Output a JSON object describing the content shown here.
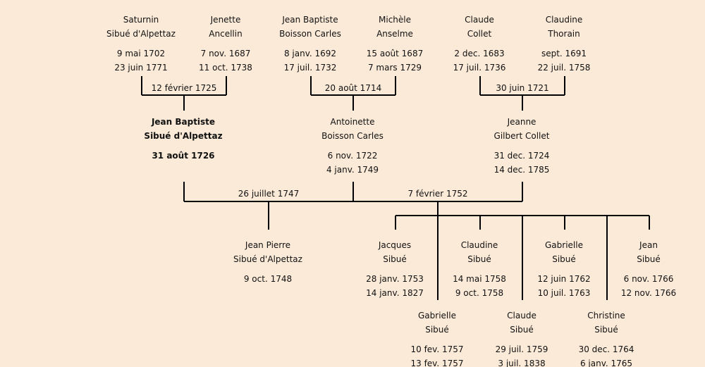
{
  "persons": [
    {
      "id": "saturnin",
      "first": "Saturnin",
      "last": "Sibué d'Alpettaz",
      "birth": "9 mai 1702",
      "death": "23 juin 1771"
    },
    {
      "id": "jenette",
      "first": "Jenette",
      "last": "Ancellin",
      "birth": "7 nov. 1687",
      "death": "11 oct. 1738"
    },
    {
      "id": "jean-baptiste-boisson",
      "first": "Jean Baptiste",
      "last": "Boisson Carles",
      "birth": "8 janv. 1692",
      "death": "17 juil. 1732"
    },
    {
      "id": "michele",
      "first": "Michèle",
      "last": "Anselme",
      "birth": "15 août 1687",
      "death": "7 mars 1729"
    },
    {
      "id": "claude-collet",
      "first": "Claude",
      "last": "Collet",
      "birth": "2 dec. 1683",
      "death": "17 juil. 1736"
    },
    {
      "id": "claudine-thorain",
      "first": "Claudine",
      "last": "Thorain",
      "birth": "sept. 1691",
      "death": "22 juil. 1758"
    },
    {
      "id": "jean-baptiste-sibue",
      "first": "Jean Baptiste",
      "last": "Sibué d'Alpettaz",
      "birth": "31 août 1726",
      "death": "",
      "bold": true
    },
    {
      "id": "antoinette",
      "first": "Antoinette",
      "last": "Boisson Carles",
      "birth": "6 nov. 1722",
      "death": "4 janv. 1749"
    },
    {
      "id": "jeanne",
      "first": "Jeanne",
      "last": "Gilbert Collet",
      "birth": "31 dec. 1724",
      "death": "14 dec. 1785"
    },
    {
      "id": "jean-pierre",
      "first": "Jean Pierre",
      "last": "Sibué d'Alpettaz",
      "birth": "9 oct. 1748",
      "death": ""
    },
    {
      "id": "jacques",
      "first": "Jacques",
      "last": "Sibué",
      "birth": "28 janv. 1753",
      "death": "14 janv. 1827"
    },
    {
      "id": "claudine-sibue",
      "first": "Claudine",
      "last": "Sibué",
      "birth": "14 mai 1758",
      "death": "9 oct. 1758"
    },
    {
      "id": "gabrielle-1762",
      "first": "Gabrielle",
      "last": "Sibué",
      "birth": "12 juin 1762",
      "death": "10 juil. 1763"
    },
    {
      "id": "jean-sibue",
      "first": "Jean",
      "last": "Sibué",
      "birth": "6 nov. 1766",
      "death": "12 nov. 1766"
    },
    {
      "id": "gabrielle-1757",
      "first": "Gabrielle",
      "last": "Sibué",
      "birth": "10 fev. 1757",
      "death": "13 fev. 1757"
    },
    {
      "id": "claude-sibue",
      "first": "Claude",
      "last": "Sibué",
      "birth": "29 juil. 1759",
      "death": "3 juil. 1838"
    },
    {
      "id": "christine",
      "first": "Christine",
      "last": "Sibué",
      "birth": "30 dec. 1764",
      "death": "6 janv. 1765"
    }
  ],
  "marriages": [
    "12 février 1725",
    "20 août 1714",
    "30 juin 1721",
    "26 juillet 1747",
    "7 février 1752"
  ]
}
